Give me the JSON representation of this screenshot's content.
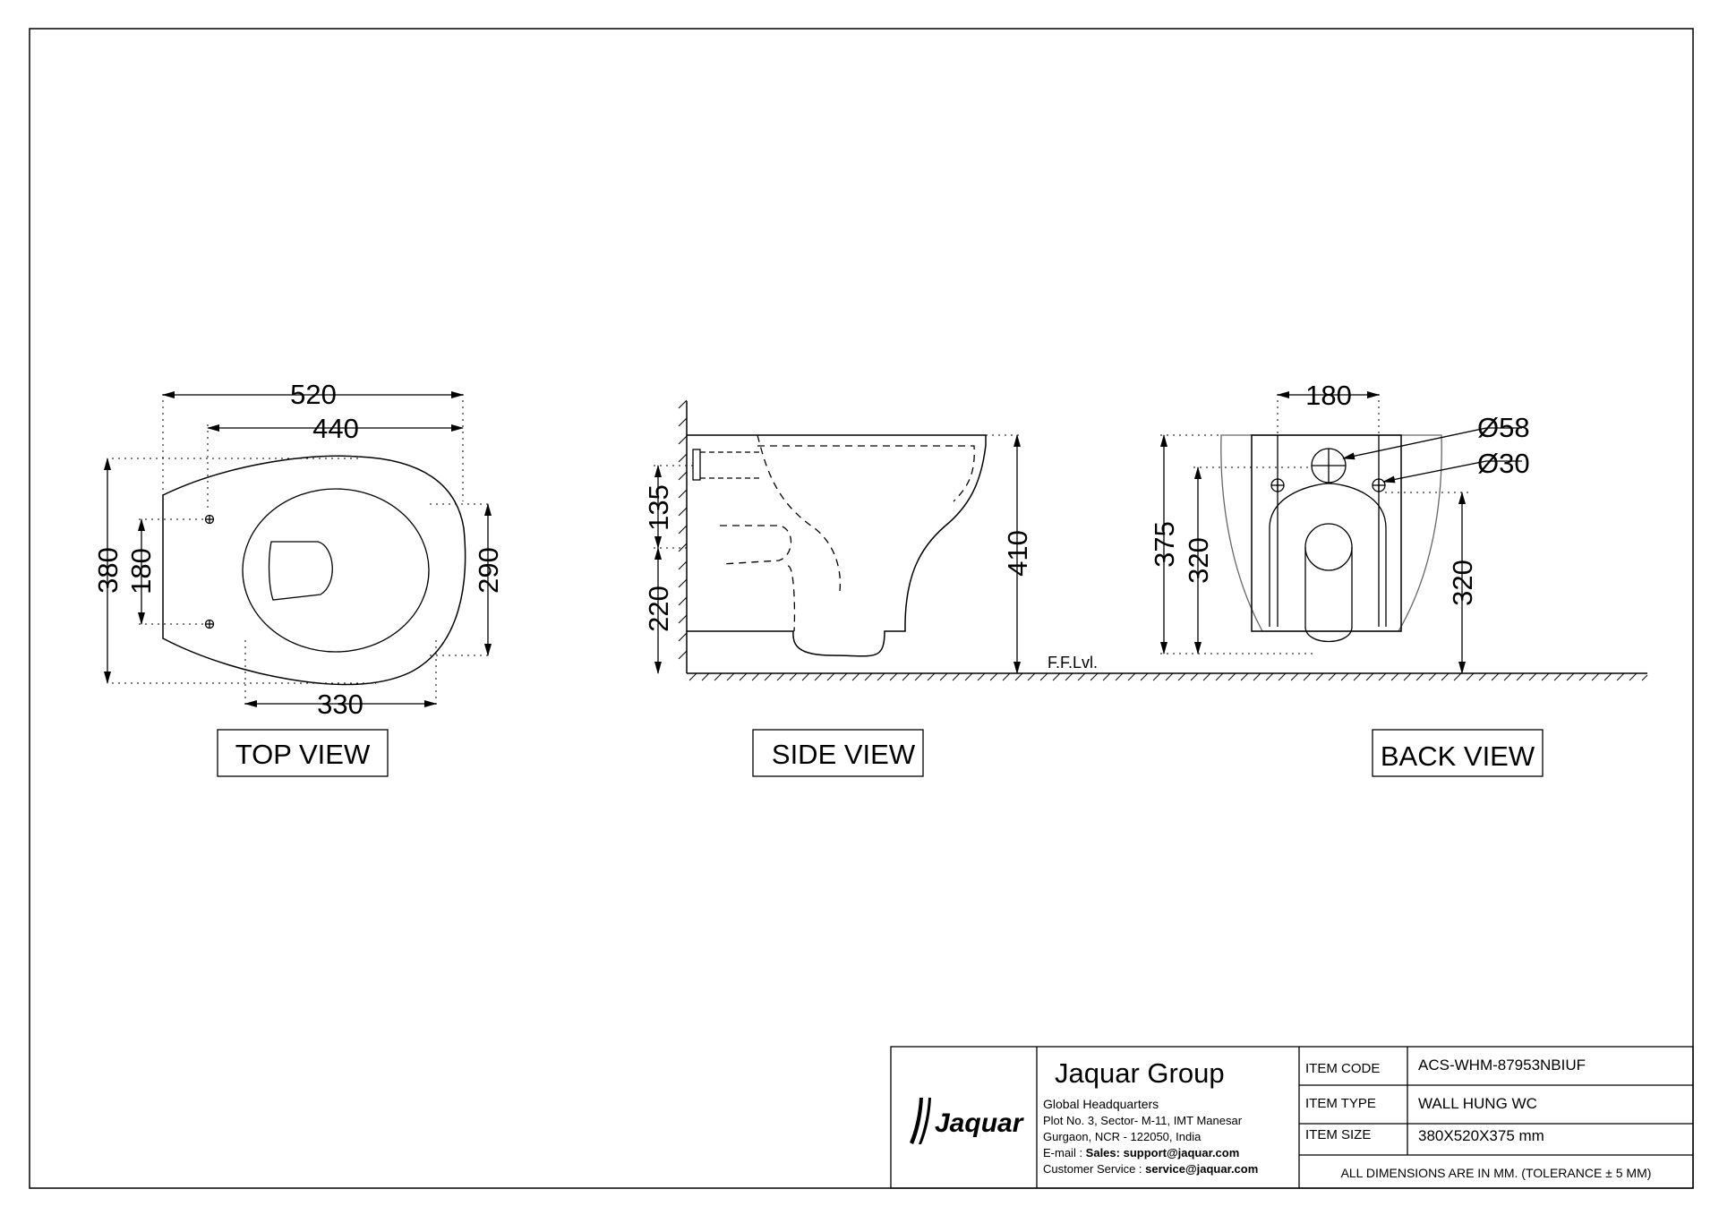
{
  "views": {
    "top": {
      "label": "TOP VIEW",
      "dims": {
        "overall_length": "520",
        "seat_length": "440",
        "width": "380",
        "hole_spacing": "180",
        "bowl_width": "290",
        "bowl_length": "330"
      }
    },
    "side": {
      "label": "SIDE VIEW",
      "dims": {
        "height": "410",
        "inlet_height": "135",
        "outlet_height": "220"
      },
      "floor_label": "F.F.Lvl."
    },
    "back": {
      "label": "BACK VIEW",
      "dims": {
        "bolt_spacing": "180",
        "inlet_dia": "Ø58",
        "bolt_dia": "Ø30",
        "height": "375",
        "outlet_height": "320",
        "bolt_height": "320"
      }
    }
  },
  "title_block": {
    "logo_text": "Jaquar",
    "company": "Jaquar Group",
    "hq_title": "Global Headquarters",
    "address_line1": "Plot No. 3, Sector- M-11, IMT Manesar",
    "address_line2": "Gurgaon, NCR - 122050, India",
    "email_prefix": "E-mail : ",
    "email_value": "Sales: support@jaquar.com",
    "service_prefix": "Customer Service : ",
    "service_value": "service@jaquar.com",
    "rows": [
      {
        "label": "ITEM CODE",
        "value": "ACS-WHM-87953NBIUF"
      },
      {
        "label": "ITEM TYPE",
        "value": "WALL HUNG WC"
      },
      {
        "label": "ITEM SIZE",
        "value": "380X520X375 mm"
      }
    ],
    "note": "ALL DIMENSIONS ARE IN MM. (TOLERANCE ± 5 MM)"
  }
}
